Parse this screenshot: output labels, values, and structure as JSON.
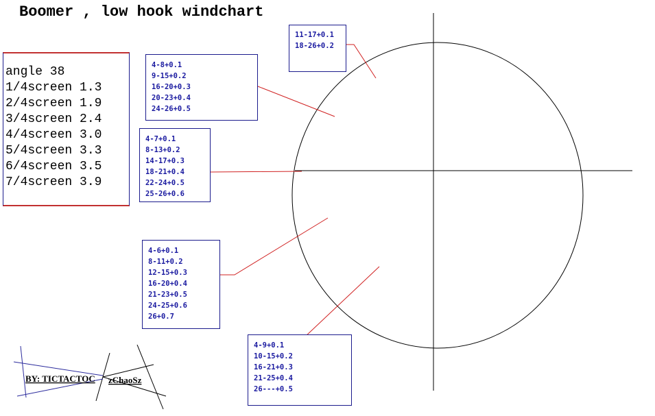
{
  "title": "Boomer , low hook windchart",
  "settings": {
    "lines": [
      "angle 38",
      "1/4screen 1.3",
      "2/4screen 1.9",
      "3/4screen 2.4",
      "4/4screen 3.0",
      "5/4screen 3.3",
      "6/4screen 3.5",
      "7/4screen 3.9"
    ]
  },
  "wind_boxes": [
    {
      "id": "top-right",
      "lines": [
        "11-17+0.1",
        "18-26+0.2"
      ]
    },
    {
      "id": "upper-left",
      "lines": [
        "4-8+0.1",
        "9-15+0.2",
        "16-20+0.3",
        "20-23+0.4",
        "24-26+0.5"
      ]
    },
    {
      "id": "left",
      "lines": [
        "4-7+0.1",
        "8-13+0.2",
        "14-17+0.3",
        "18-21+0.4",
        "22-24+0.5",
        "25-26+0.6"
      ]
    },
    {
      "id": "lower-left",
      "lines": [
        "4-6+0.1",
        "8-11+0.2",
        "12-15+0.3",
        "16-20+0.4",
        "21-23+0.5",
        "24-25+0.6",
        "26+0.7"
      ]
    },
    {
      "id": "bottom",
      "lines": [
        "4-9+0.1",
        "10-15+0.2",
        "16-21+0.3",
        "21-25+0.4",
        "26---+0.5"
      ]
    }
  ],
  "signature": {
    "left": "BY: TICTACTOC",
    "right": "zChaoSz"
  },
  "colors": {
    "box_border": "#1a1a8c",
    "box_text": "#1a1aa0",
    "leader": "#d02020",
    "axes": "#000000"
  }
}
